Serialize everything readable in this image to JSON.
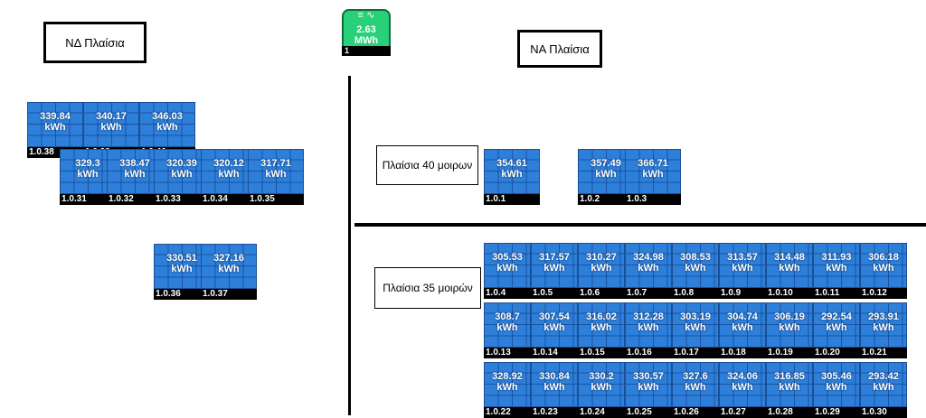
{
  "labels": {
    "nd": "ΝΔ Πλαίσια",
    "na": "ΝΑ Πλαίσια",
    "deg40": "Πλαίσια 40 μοιρων",
    "deg35": "Πλαίσια 35 μοιρών"
  },
  "inverter": {
    "icon": "≡ ∿",
    "value": "2.63",
    "unit": "MWh",
    "id": "1"
  },
  "unit": "kWh",
  "nd_panels": [
    {
      "value": "339.84",
      "id": "1.0.38"
    },
    {
      "value": "340.17",
      "id": "1.0.39"
    },
    {
      "value": "346.03",
      "id": "1.0.40"
    },
    {
      "value": "329.3",
      "id": "1.0.31"
    },
    {
      "value": "338.47",
      "id": "1.0.32"
    },
    {
      "value": "320.39",
      "id": "1.0.33"
    },
    {
      "value": "320.12",
      "id": "1.0.34"
    },
    {
      "value": "317.71",
      "id": "1.0.35"
    },
    {
      "value": "330.51",
      "id": "1.0.36"
    },
    {
      "value": "327.16",
      "id": "1.0.37"
    }
  ],
  "na40_panels": [
    {
      "value": "354.61",
      "id": "1.0.1"
    },
    {
      "value": "357.49",
      "id": "1.0.2"
    },
    {
      "value": "366.71",
      "id": "1.0.3"
    }
  ],
  "na35_panels": [
    {
      "value": "305.53",
      "id": "1.0.4"
    },
    {
      "value": "317.57",
      "id": "1.0.5"
    },
    {
      "value": "310.27",
      "id": "1.0.6"
    },
    {
      "value": "324.98",
      "id": "1.0.7"
    },
    {
      "value": "308.53",
      "id": "1.0.8"
    },
    {
      "value": "313.57",
      "id": "1.0.9"
    },
    {
      "value": "314.48",
      "id": "1.0.10"
    },
    {
      "value": "311.93",
      "id": "1.0.11"
    },
    {
      "value": "306.18",
      "id": "1.0.12"
    },
    {
      "value": "308.7",
      "id": "1.0.13"
    },
    {
      "value": "307.54",
      "id": "1.0.14"
    },
    {
      "value": "316.02",
      "id": "1.0.15"
    },
    {
      "value": "312.28",
      "id": "1.0.16"
    },
    {
      "value": "303.19",
      "id": "1.0.17"
    },
    {
      "value": "304.74",
      "id": "1.0.18"
    },
    {
      "value": "306.19",
      "id": "1.0.19"
    },
    {
      "value": "292.54",
      "id": "1.0.20"
    },
    {
      "value": "293.91",
      "id": "1.0.21"
    },
    {
      "value": "328.92",
      "id": "1.0.22"
    },
    {
      "value": "330.84",
      "id": "1.0.23"
    },
    {
      "value": "330.2",
      "id": "1.0.24"
    },
    {
      "value": "330.57",
      "id": "1.0.25"
    },
    {
      "value": "327.6",
      "id": "1.0.26"
    },
    {
      "value": "324.06",
      "id": "1.0.27"
    },
    {
      "value": "316.85",
      "id": "1.0.28"
    },
    {
      "value": "305.46",
      "id": "1.0.29"
    },
    {
      "value": "293.42",
      "id": "1.0.30"
    }
  ]
}
